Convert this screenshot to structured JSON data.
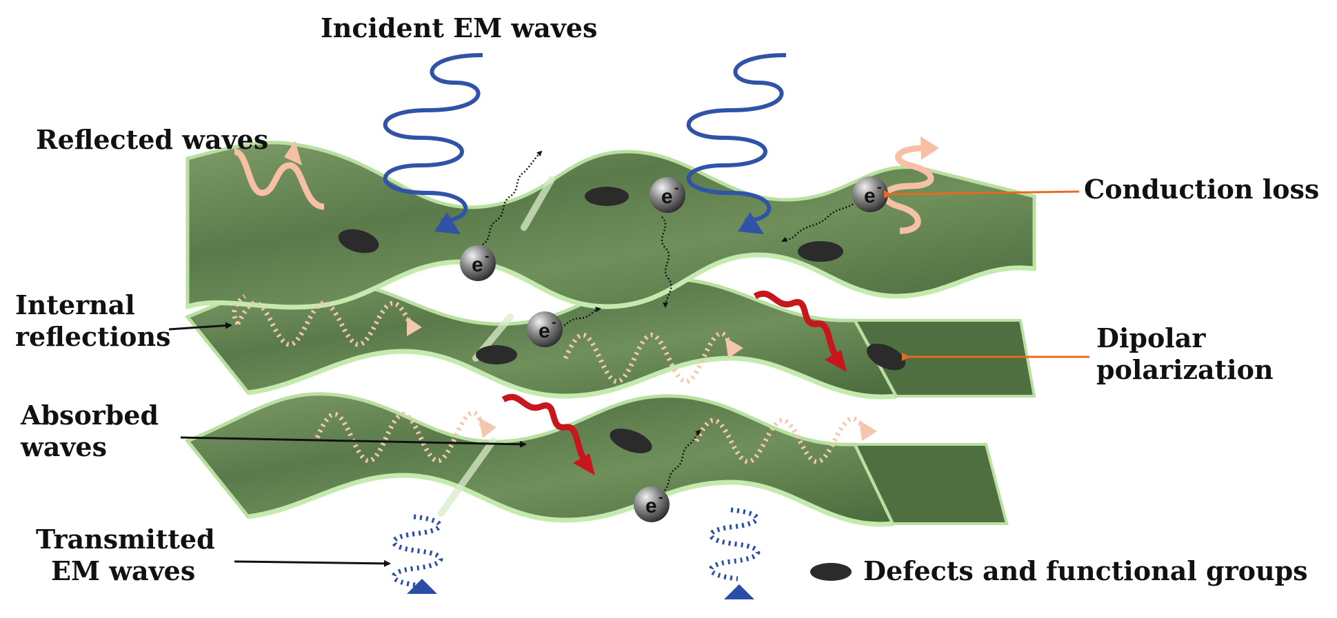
{
  "labels": {
    "incident": "Incident EM waves",
    "reflected": "Reflected waves",
    "internal": [
      "Internal",
      "reflections"
    ],
    "absorbed": [
      "Absorbed",
      "waves"
    ],
    "transmitted": [
      "Transmitted",
      "EM waves"
    ],
    "conduction": "Conduction loss",
    "dipolar": [
      "Dipolar",
      "polarization"
    ],
    "legend": "Defects and functional groups",
    "electron": "e",
    "electron_charge": "-"
  },
  "colors": {
    "sheet_fill": "#5e7d4e",
    "sheet_highlight": "#8fae7a",
    "sheet_edge": "#b9e0a0",
    "incident_wave": "#2f53a6",
    "reflected_wave": "#f6c0a4",
    "internal_wave": "#f2c7ad",
    "absorbed_wave": "#c8161d",
    "transmitted_wave": "#2a4ea8",
    "label_arrow": "#111111",
    "callout_arrow": "#e86a1e",
    "defect": "#2b2b2b",
    "electron": "#555555"
  }
}
